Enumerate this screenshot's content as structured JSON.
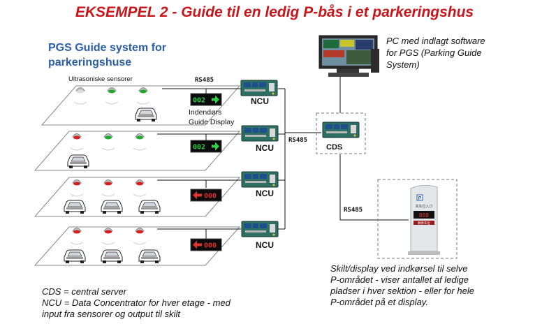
{
  "header": {
    "title": "EKSEMPEL 2 - Guide til en ledig P-bås i et parkeringshus"
  },
  "subtitle": [
    "PGS Guide system for",
    "parkeringshuse"
  ],
  "labels": {
    "sensors": "Ultrasoniske sensorer",
    "rs485": "RS485",
    "ncu": "NCU",
    "guide_display": [
      "Indendørs",
      "Guide Display"
    ],
    "cds": "CDS",
    "pc": [
      "PC med indlagt software",
      "for PGS (Parking Guide",
      "System)"
    ],
    "sign_panel": [
      "充车位入口",
      "剩余车位"
    ],
    "sign_caption": [
      "Skilt/display ved indkørsel til selve",
      "P-området - viser antallet af ledige",
      "pladser i hver sektion - eller for hele",
      "P-området på et  display."
    ]
  },
  "floors": [
    {
      "display": "002",
      "arrow": "right",
      "display_color": "green",
      "sensors": [
        "off",
        "green",
        "green"
      ]
    },
    {
      "display": "002",
      "arrow": "right",
      "display_color": "green",
      "sensors": [
        "red",
        "green",
        "green"
      ]
    },
    {
      "display": "000",
      "arrow": "left",
      "display_color": "red",
      "sensors": [
        "red",
        "red",
        "red"
      ]
    },
    {
      "display": "000",
      "arrow": "left",
      "display_color": "red",
      "sensors": [
        "red",
        "red",
        "red"
      ]
    }
  ],
  "legend": [
    "CDS = central server",
    "NCU = Data Concentrator for hver etage - med",
    "input fra sensorer og output til skilt"
  ],
  "colors": {
    "title": "#c8151b",
    "subtitle": "#2a5fa8",
    "sensor_green": "#1faa2b",
    "sensor_red": "#d81e1e",
    "display_bg": "#0a0a0a",
    "display_green": "#32d14a",
    "display_red": "#e0322e",
    "board": "#2e6f63"
  }
}
